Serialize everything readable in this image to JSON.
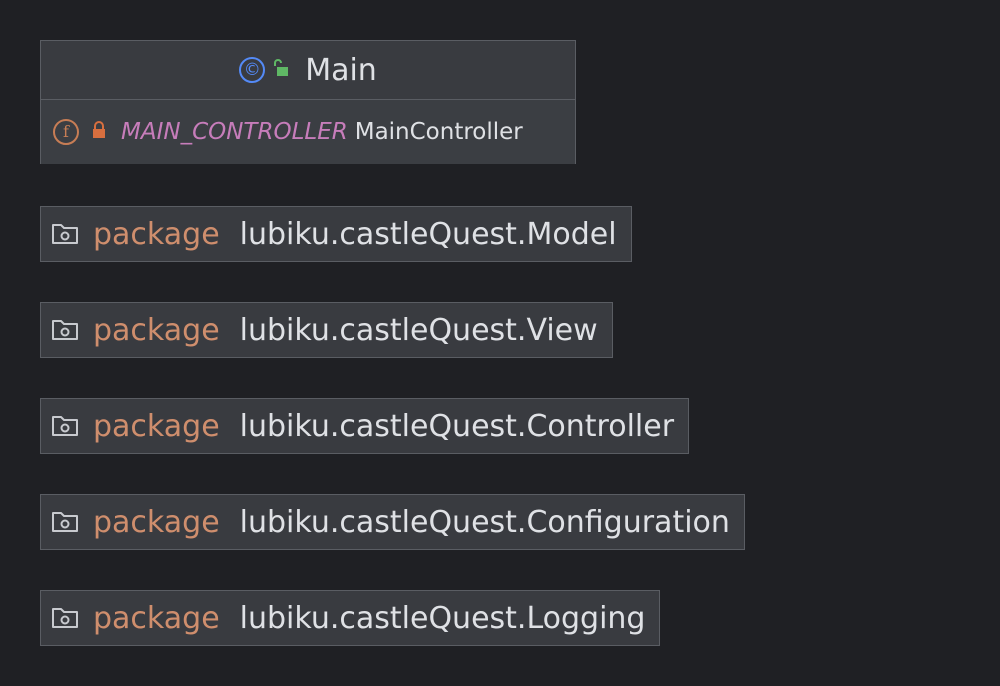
{
  "colors": {
    "background": "#1f2024",
    "box_fill": "#393b40",
    "box_border": "#5a5d63",
    "class_icon": "#548af7",
    "access_public": "#5fb865",
    "field_icon": "#c77d55",
    "lock": "#d86f3f",
    "field_name": "#c77dbb",
    "keyword": "#cf8e6d",
    "text": "#dfe1e5"
  },
  "class_box": {
    "icon": "class-icon",
    "icon_glyph": "©",
    "access_icon": "unlock-icon",
    "name": "Main",
    "fields": [
      {
        "icon": "field-icon",
        "icon_glyph": "f",
        "access_icon": "lock-icon",
        "name": "MAIN_CONTROLLER",
        "type": "MainController"
      }
    ]
  },
  "packages": [
    {
      "keyword": "package",
      "name": "lubiku.castleQuest.Model"
    },
    {
      "keyword": "package",
      "name": "lubiku.castleQuest.View"
    },
    {
      "keyword": "package",
      "name": "lubiku.castleQuest.Controller"
    },
    {
      "keyword": "package",
      "name": "lubiku.castleQuest.Configuration"
    },
    {
      "keyword": "package",
      "name": "lubiku.castleQuest.Logging"
    }
  ]
}
